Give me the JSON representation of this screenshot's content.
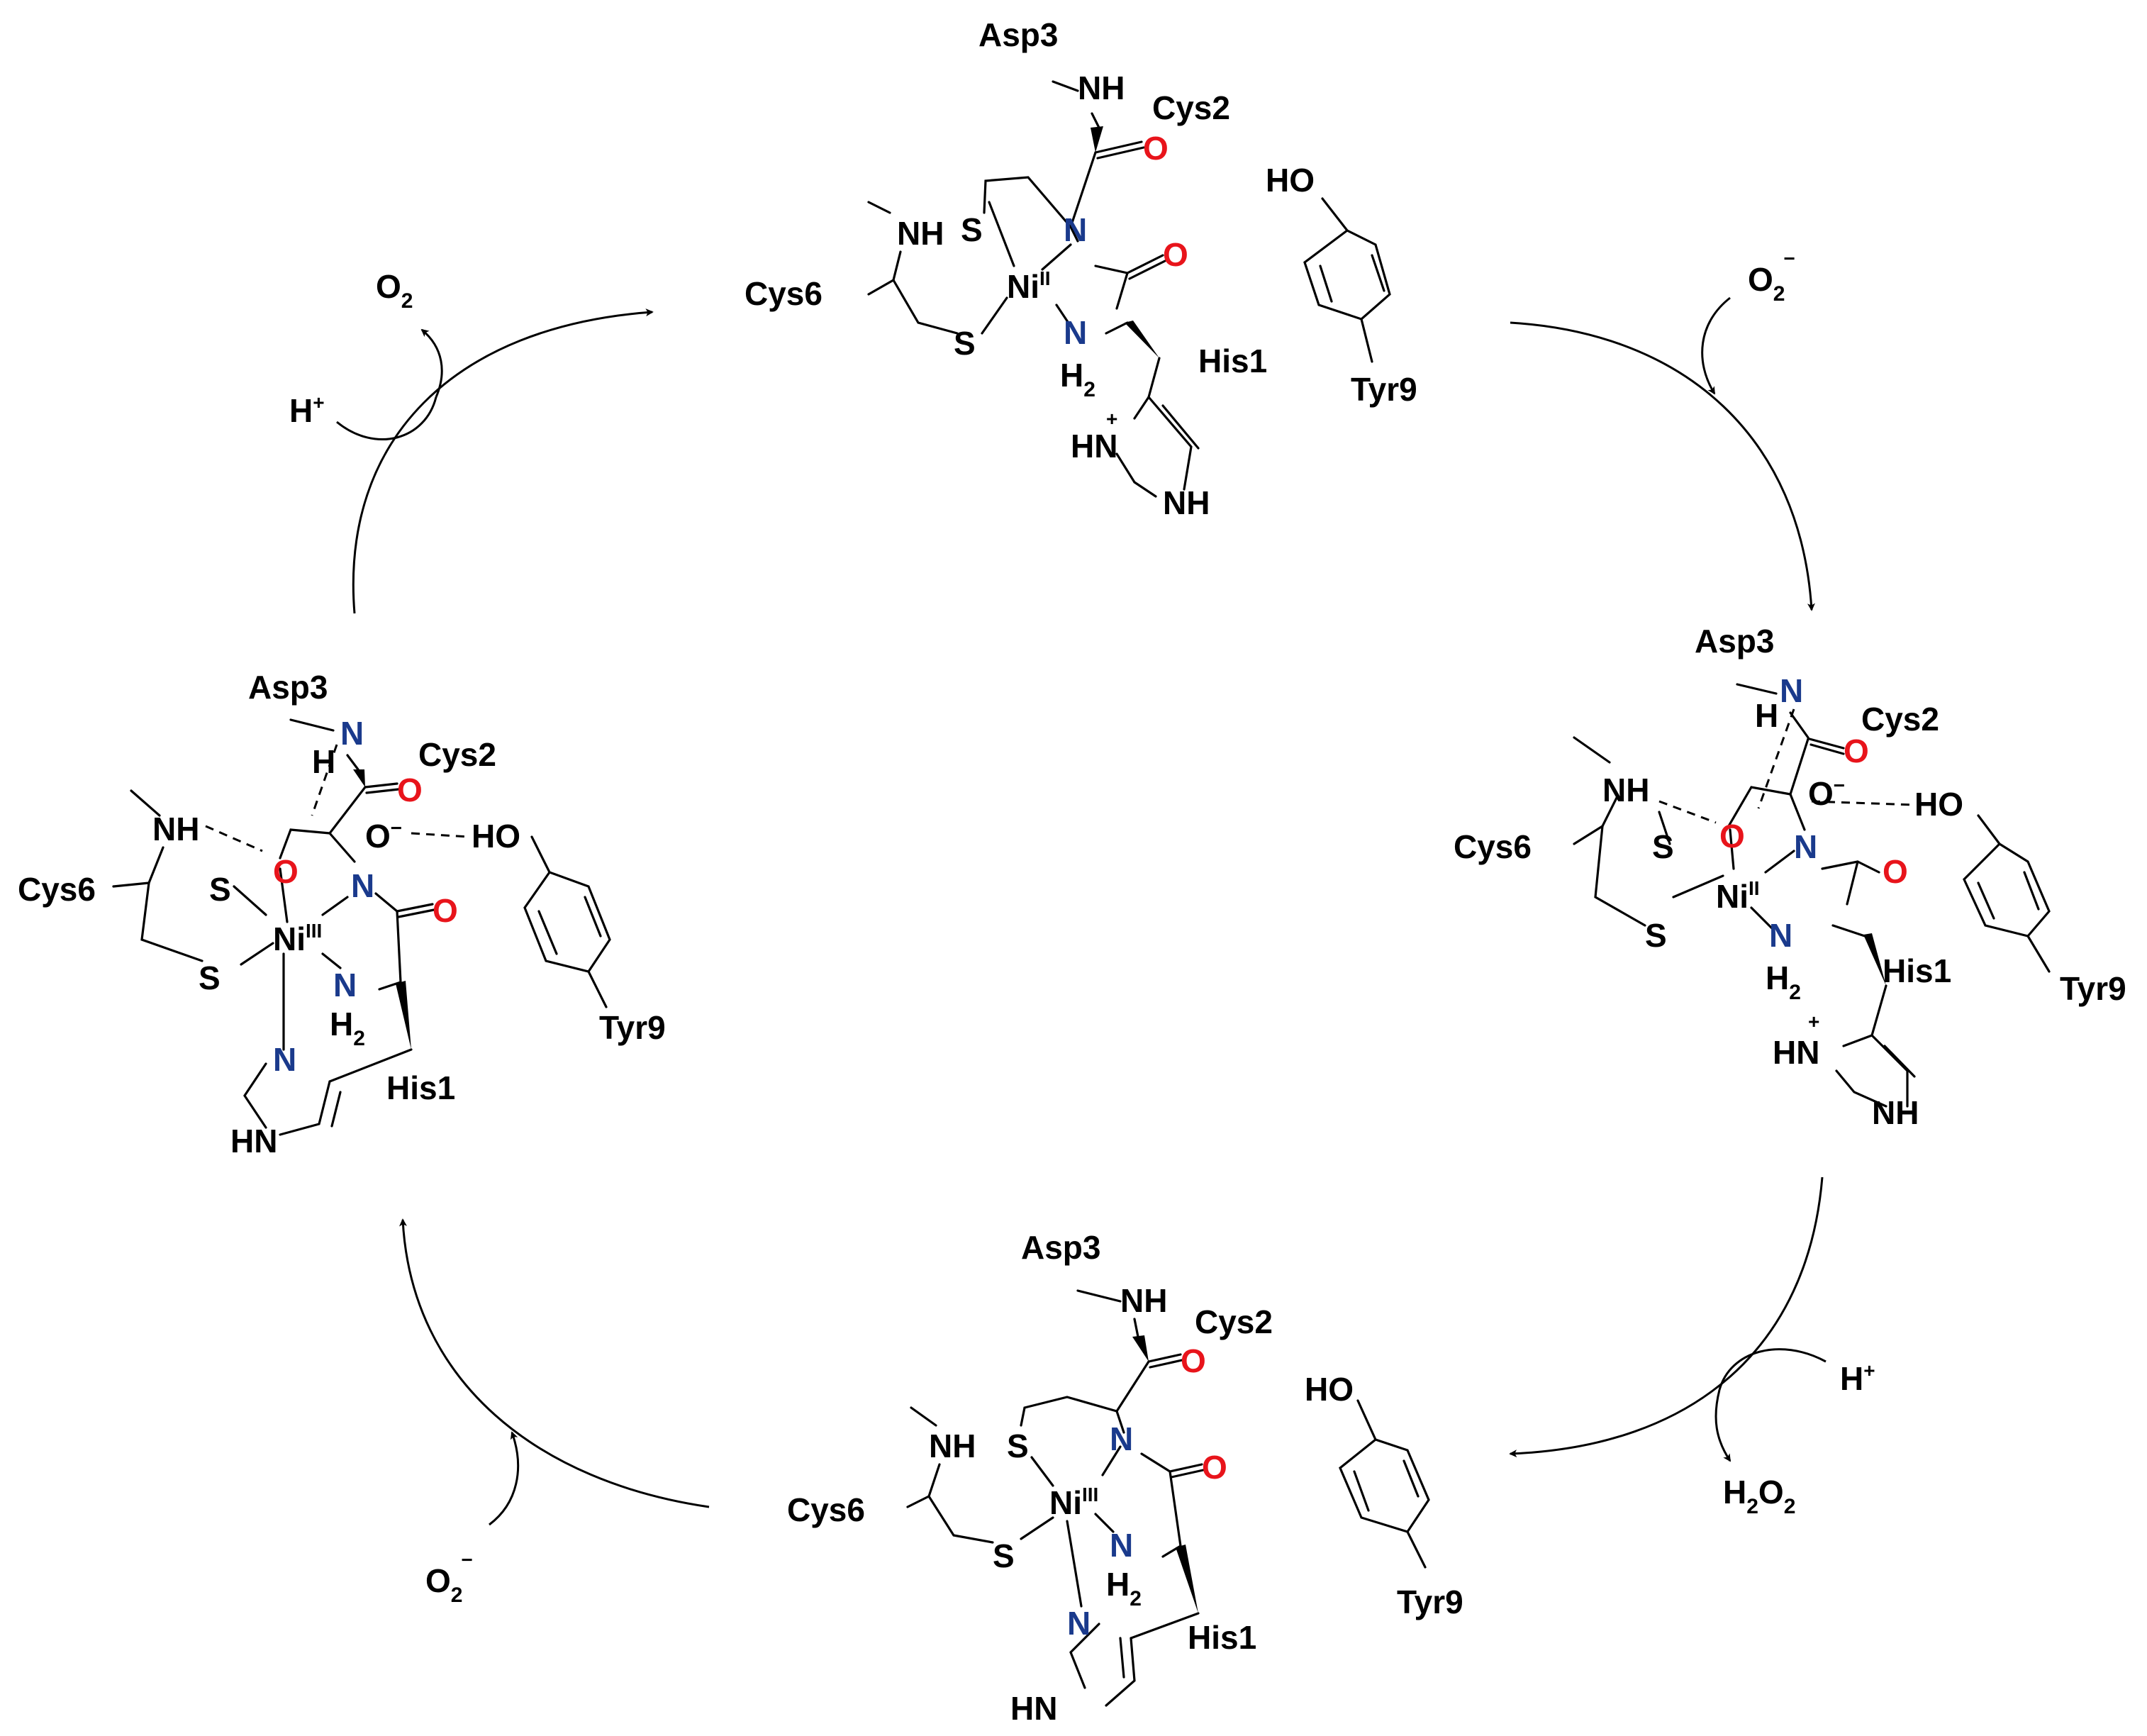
{
  "colors": {
    "nitrogen": "#1a3a8c",
    "oxygen": "#e8141b",
    "nickel": "#1db83b",
    "bond": "#000000"
  },
  "atoms": {
    "ni2": "Ni",
    "ni2_ox": "II",
    "ni3": "Ni",
    "ni3_ox": "III",
    "n": "N",
    "nh": "NH",
    "s": "S",
    "o": "O",
    "h": "H",
    "ho": "HO",
    "h2": "H",
    "two": "2",
    "plus": "+",
    "minus": "−"
  },
  "residues": {
    "asp3": "Asp3",
    "cys2": "Cys2",
    "cys6": "Cys6",
    "his1": "His1",
    "tyr9": "Tyr9"
  },
  "reagents": {
    "superoxide": "O2−",
    "dioxygen": "O2",
    "proton": "H+",
    "peroxide": "H2O2"
  }
}
